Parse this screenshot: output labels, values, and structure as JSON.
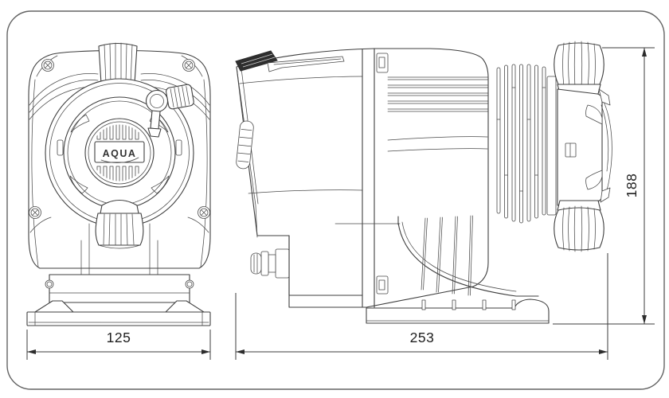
{
  "diagram": {
    "brand_logo": "AQUA",
    "dimensions": {
      "front_width": "125",
      "side_length": "253",
      "height": "188"
    },
    "colors": {
      "background": "#ffffff",
      "line": "#3f3f3f",
      "frame_border": "#636363",
      "dimension_text": "#1f1f1f",
      "dark_detail": "#2e2e2e"
    }
  }
}
